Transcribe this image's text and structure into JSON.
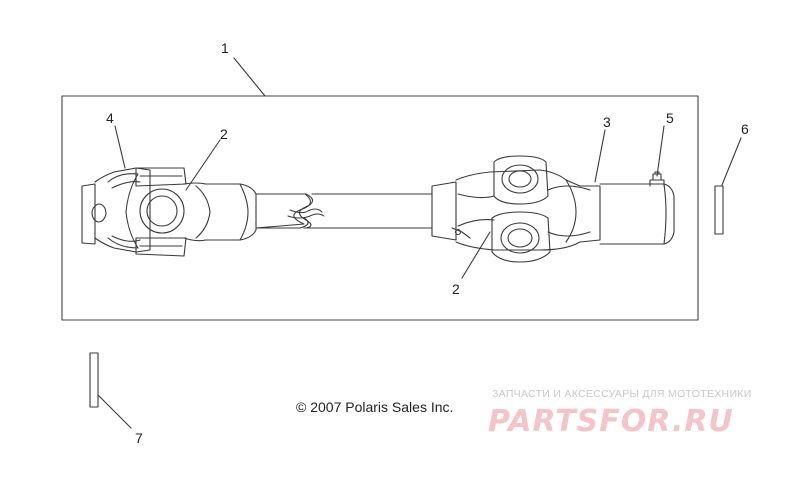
{
  "callouts": {
    "c1": "1",
    "c2_left": "2",
    "c2_right": "2",
    "c3": "3",
    "c4": "4",
    "c5": "5",
    "c6": "6",
    "c7": "7"
  },
  "copyright": "© 2007 Polaris Sales Inc.",
  "watermark": {
    "tagline": "ЗАПЧАСТИ И АКСЕССУАРЫ ДЛЯ МОТОТЕХНИКИ",
    "logo": "PARTSFOR.RU"
  },
  "colors": {
    "line": "#3a3a3a",
    "frame": "#444444",
    "watermark_logo": "#f4c4c8",
    "watermark_text": "#c9c9c9"
  }
}
